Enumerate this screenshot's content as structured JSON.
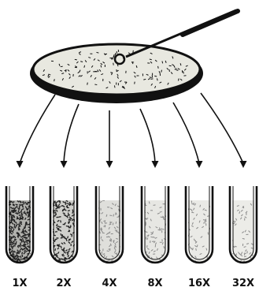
{
  "colors": {
    "ink": "#111111",
    "dish_fill": "#e8e8e0",
    "dense": "#222222",
    "light": "#8a8a8a"
  },
  "icons": {
    "dish": "petri-dish-icon",
    "loop": "inoculating-loop-icon",
    "arrow": "arrow-down-icon",
    "tube": "test-tube-icon"
  },
  "tubes": [
    {
      "label": "1X",
      "density": 1.0
    },
    {
      "label": "2X",
      "density": 0.5
    },
    {
      "label": "4X",
      "density": 0.25
    },
    {
      "label": "8X",
      "density": 0.125
    },
    {
      "label": "16X",
      "density": 0.0625
    },
    {
      "label": "32X",
      "density": 0.03125
    }
  ]
}
